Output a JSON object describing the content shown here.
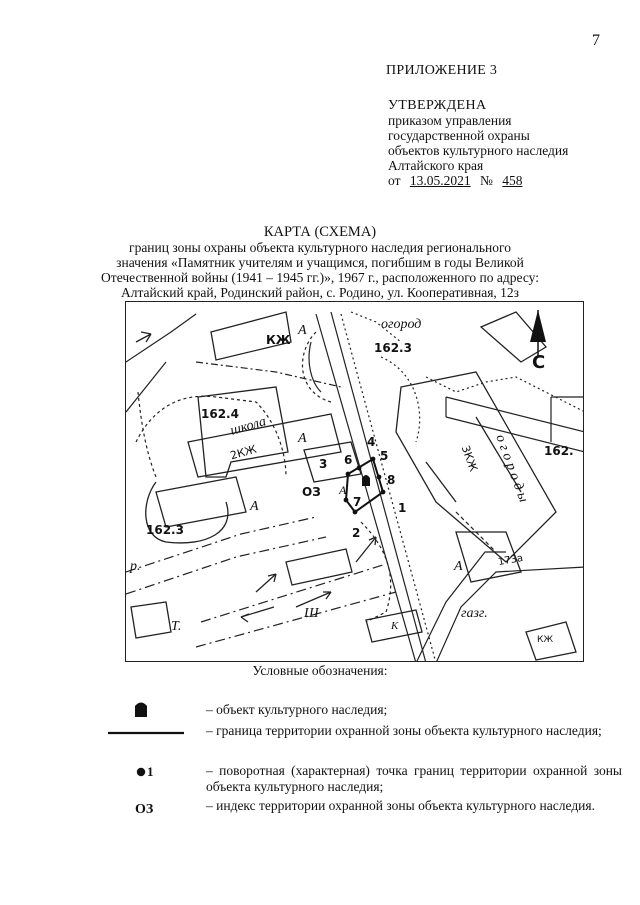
{
  "page_number": "7",
  "header": {
    "appendix": "ПРИЛОЖЕНИЕ 3",
    "approved": "УТВЕРЖДЕНА",
    "line1": "приказом управления",
    "line2": "государственной охраны",
    "line3": "объектов культурного наследия",
    "line4": "Алтайского края",
    "date_prefix": "от",
    "date": "13.05.2021",
    "number_prefix": "№",
    "number": "458"
  },
  "title": {
    "line1": "КАРТА (СХЕМА)",
    "line2": "границ зоны охраны объекта культурного наследия регионального",
    "line3": "значения «Памятник учителям и учащимся, погибшим в годы Великой",
    "line4": "Отечественной войны (1941 – 1945 гг.)», 1967 г., расположенного по адресу:",
    "line5": "Алтайский край, Родинский район, с. Родино, ул. Кооперативная, 12з"
  },
  "map": {
    "labels": {
      "kzh": "КЖ",
      "a1": "А",
      "ogorod": "огород",
      "h1623_top": "162.3",
      "north": "С",
      "h1624": "162.4",
      "shkola": "школа",
      "two_kzh": "2КЖ",
      "a2": "А",
      "three_kzh": "3КЖ",
      "ogorody": "о г о р о д ы",
      "h162_right": "162.",
      "p3": "3",
      "p6": "6",
      "p4": "4",
      "p5": "5",
      "p8": "8",
      "p7": "7",
      "p1": "1",
      "p2": "2",
      "oz": "ОЗ",
      "a3": "А",
      "a4": "А",
      "h1623_left": "162.3",
      "r": "р.",
      "t": "Т.",
      "sh": "Ш",
      "k": "К",
      "gazg": "газг.",
      "a5": "А",
      "n173a": "173а",
      "kzh_right": "КЖ"
    }
  },
  "legend": {
    "title": "Условные обозначения:",
    "items": [
      {
        "symbol_text": "",
        "text": "– объект культурного наследия;"
      },
      {
        "symbol_text": "",
        "text": "– граница территории охранной зоны объекта культурного наследия;"
      },
      {
        "symbol_text": "1",
        "text": "– поворотная (характерная) точка границ территории охранной зоны объекта культурного наследия;"
      },
      {
        "symbol_text": "ОЗ",
        "text": "– индекс территории охранной зоны объекта культурного наследия."
      }
    ]
  }
}
